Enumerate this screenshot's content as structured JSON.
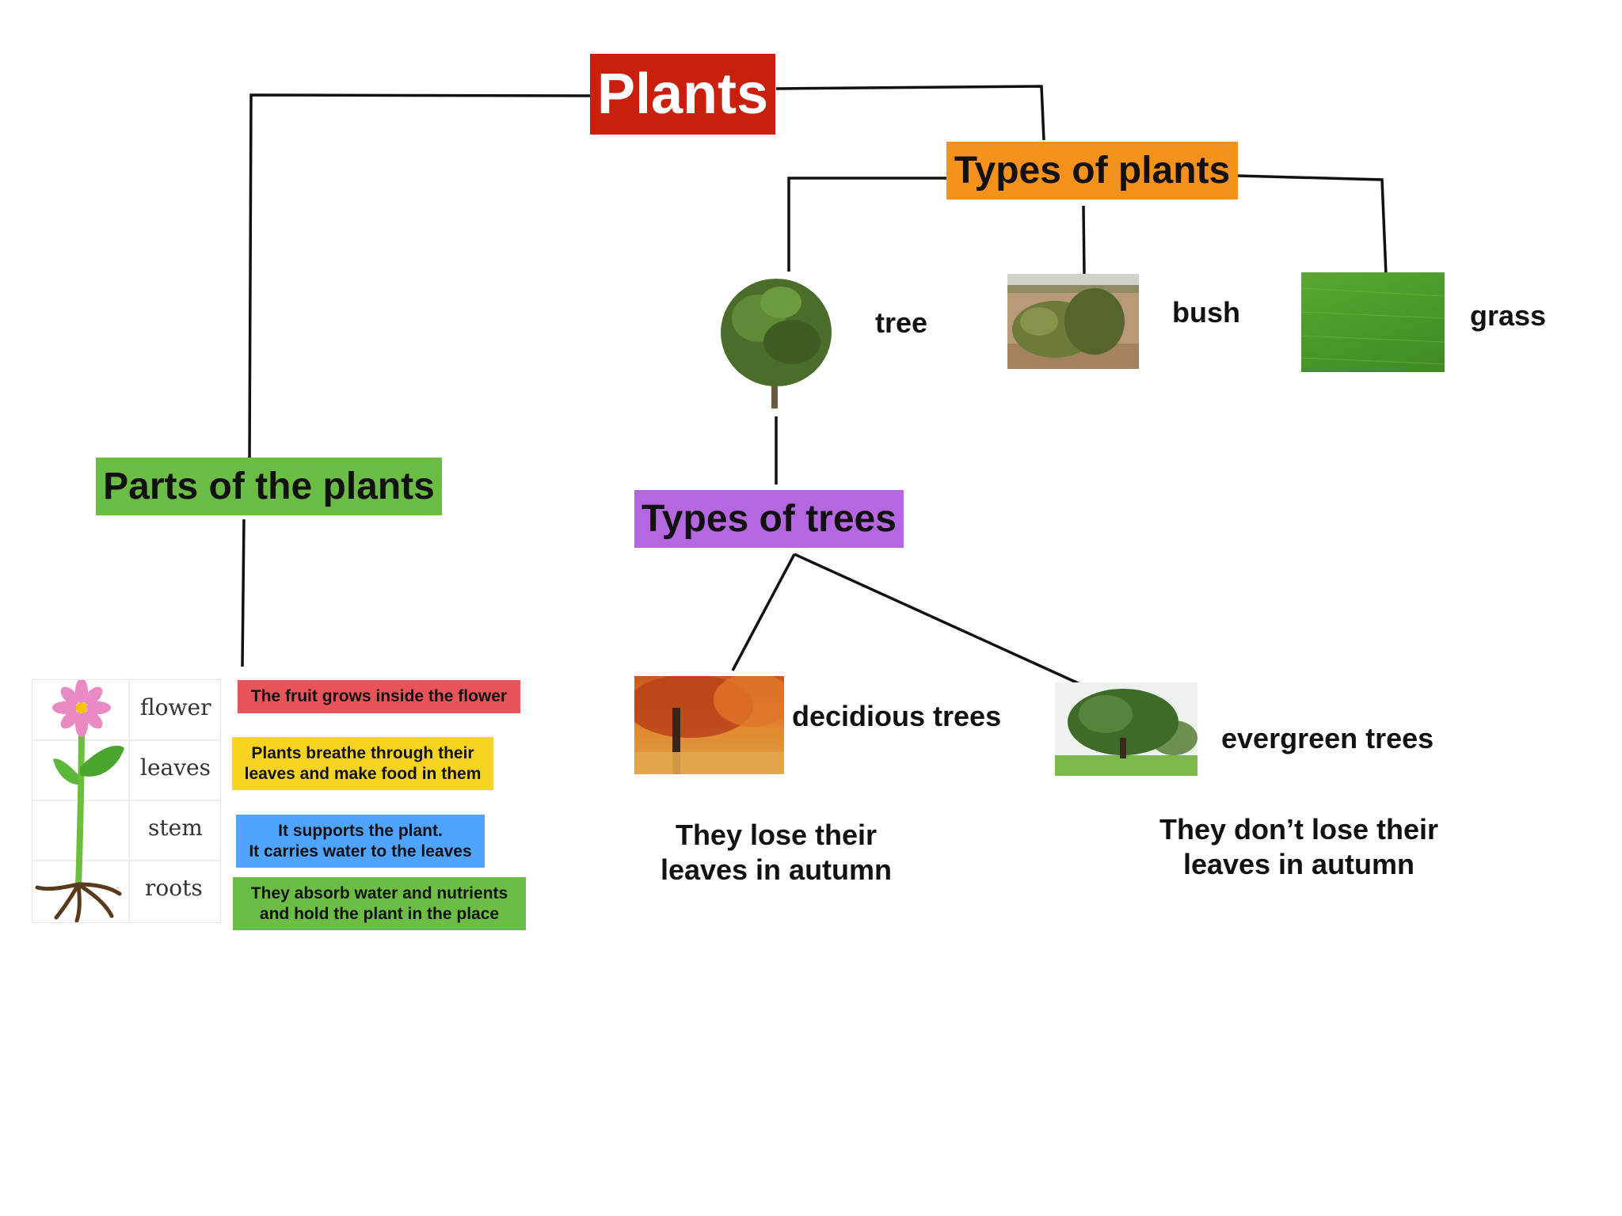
{
  "colors": {
    "root": "#c9200e",
    "types_of_plants": "#f5921e",
    "parts_of_plants": "#6cbd45",
    "types_of_trees": "#b567e0",
    "fruit_note": "#e8545a",
    "leaves_note": "#f7d421",
    "stem_note": "#4ea4ff",
    "roots_note": "#6cbd45"
  },
  "root": {
    "title": "Plants"
  },
  "types_of_plants": {
    "title": "Types of plants",
    "items": [
      {
        "label": "tree",
        "icon": "tree-photo"
      },
      {
        "label": "bush",
        "icon": "bush-photo"
      },
      {
        "label": "grass",
        "icon": "grass-photo"
      }
    ]
  },
  "types_of_trees": {
    "title": "Types of trees",
    "deciduous": {
      "label": "decidious trees",
      "desc_line1": "They lose their",
      "desc_line2": "leaves in autumn",
      "icon": "autumn-tree-photo"
    },
    "evergreen": {
      "label": "evergreen trees",
      "desc_line1": "They don’t lose their",
      "desc_line2": "leaves in autumn",
      "icon": "green-tree-photo"
    }
  },
  "parts_of_plants": {
    "title": "Parts of the plants",
    "diagram_icon": "flower-diagram",
    "parts": [
      {
        "name": "flower",
        "note_line1": "The fruit grows inside the flower",
        "note_line2": ""
      },
      {
        "name": "leaves",
        "note_line1": "Plants breathe through their",
        "note_line2": "leaves and make food in them"
      },
      {
        "name": "stem",
        "note_line1": "It supports the plant.",
        "note_line2": "It carries water to the leaves"
      },
      {
        "name": "roots",
        "note_line1": "They absorb water and nutrients",
        "note_line2": "and hold the plant in the place"
      }
    ]
  }
}
